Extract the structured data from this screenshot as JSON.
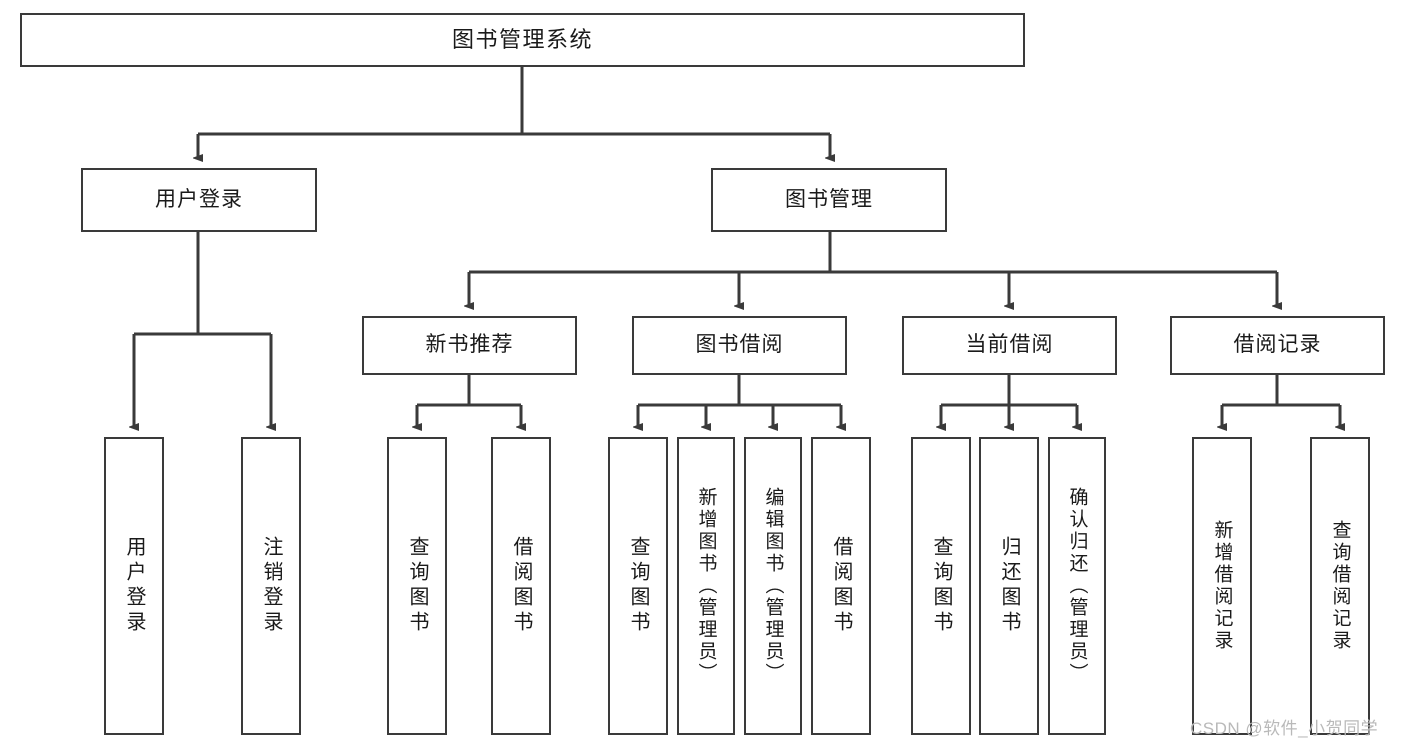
{
  "diagram": {
    "type": "tree",
    "title": "图书管理系统",
    "root": {
      "label": "图书管理系统"
    },
    "level2": [
      {
        "label": "用户登录"
      },
      {
        "label": "图书管理"
      }
    ],
    "level3": [
      {
        "label": "新书推荐"
      },
      {
        "label": "图书借阅"
      },
      {
        "label": "当前借阅"
      },
      {
        "label": "借阅记录"
      }
    ],
    "leaves": {
      "user_login": [
        {
          "label": "用户登录"
        },
        {
          "label": "注销登录"
        }
      ],
      "new_book_recommend": [
        {
          "label": "查询图书"
        },
        {
          "label": "借阅图书"
        }
      ],
      "book_borrow": [
        {
          "label": "查询图书"
        },
        {
          "label": "新增图书（管理员）"
        },
        {
          "label": "编辑图书（管理员）"
        },
        {
          "label": "借阅图书"
        }
      ],
      "current_borrow": [
        {
          "label": "查询图书"
        },
        {
          "label": "归还图书"
        },
        {
          "label": "确认归还（管理员）"
        }
      ],
      "borrow_record": [
        {
          "label": "新增借阅记录"
        },
        {
          "label": "查询借阅记录"
        }
      ]
    }
  },
  "watermark": {
    "text": "CSDN @软件_小贺同学"
  },
  "colors": {
    "box_border": "#3a3a3a",
    "box_fill": "#ffffff",
    "connector": "#3a3a3a",
    "text": "#1a1a1a",
    "watermark": "#b9b9b9",
    "background": "#ffffff"
  }
}
